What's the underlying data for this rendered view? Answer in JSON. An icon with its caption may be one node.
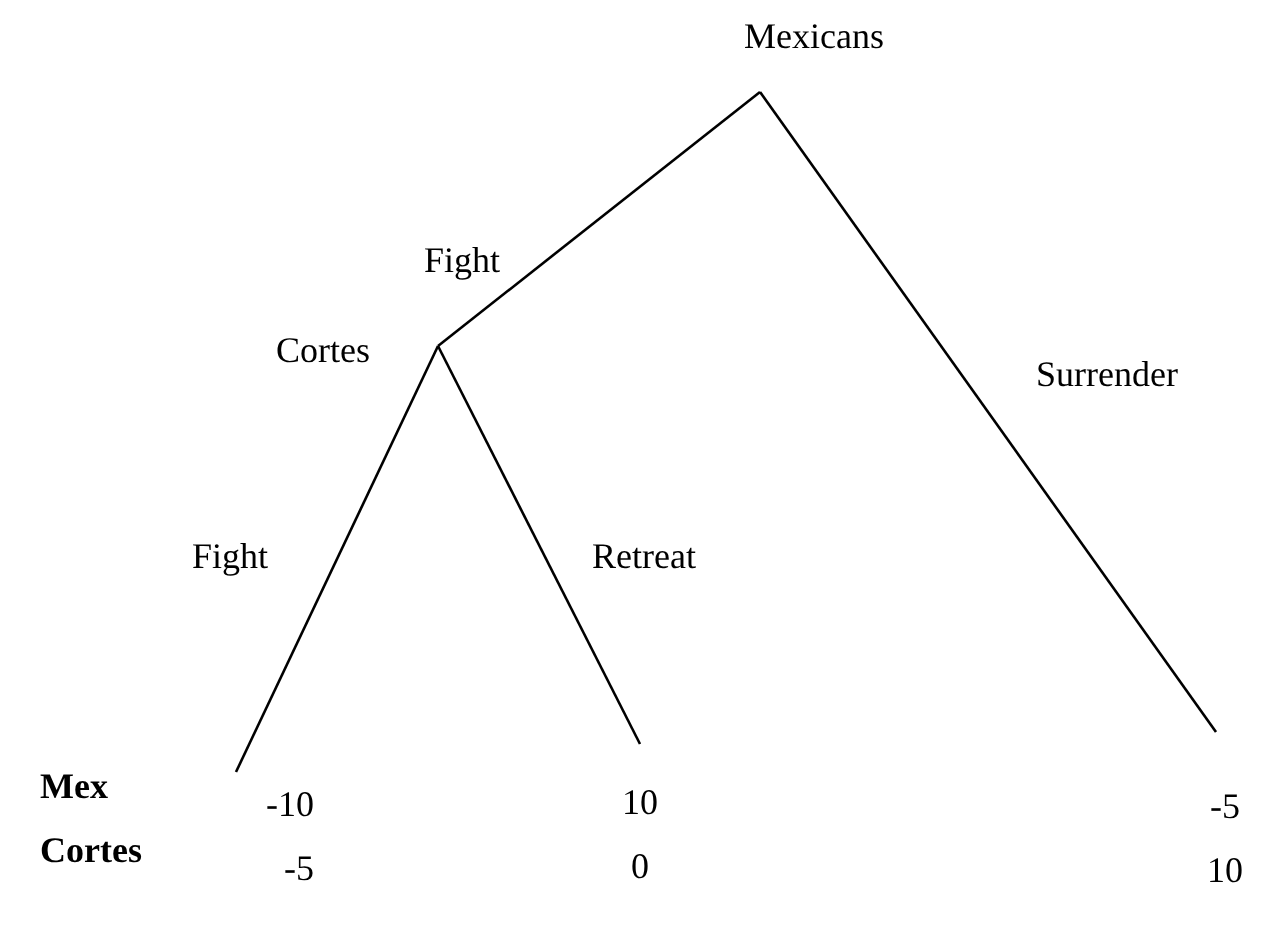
{
  "diagram": {
    "nodes": [
      {
        "text": [
          "Mexicans"
        ]
      },
      {
        "text": [
          "Cortes"
        ]
      },
      {
        "text": [
          "-10",
          "-5"
        ]
      },
      {
        "text": [
          "10",
          "0"
        ]
      },
      {
        "text": [
          "-5",
          "10"
        ]
      }
    ],
    "edges": [
      {
        "from": 0,
        "to": 1,
        "arrow": "none",
        "label": "Fight"
      },
      {
        "from": 0,
        "to": 4,
        "arrow": "none",
        "label": "Surrender"
      },
      {
        "from": 1,
        "to": 2,
        "arrow": "none",
        "label": "Fight"
      },
      {
        "from": 1,
        "to": 3,
        "arrow": "none",
        "label": "Retreat"
      }
    ],
    "labels": [
      "Mex",
      "Cortes"
    ]
  }
}
